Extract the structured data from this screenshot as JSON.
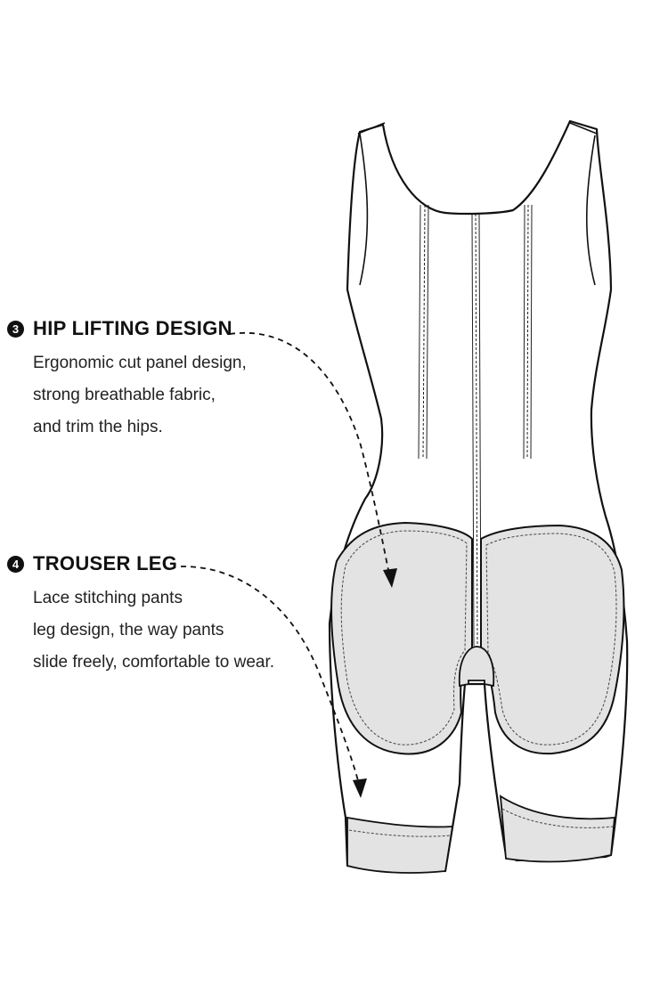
{
  "features": [
    {
      "number": "3",
      "title": "HIP LIFTING DESIGN",
      "lines": [
        "Ergonomic cut panel design,",
        "strong breathable fabric,",
        "and trim the hips."
      ]
    },
    {
      "number": "4",
      "title": "TROUSER LEG",
      "lines": [
        "Lace stitching pants",
        "leg design, the way pants",
        "slide freely, comfortable to wear."
      ]
    }
  ],
  "illustration": "back-view-bodysuit-shapewear",
  "colors": {
    "outline": "#111111",
    "panel_fill": "#e3e3e3",
    "text": "#1a1a1a",
    "background": "#ffffff"
  }
}
